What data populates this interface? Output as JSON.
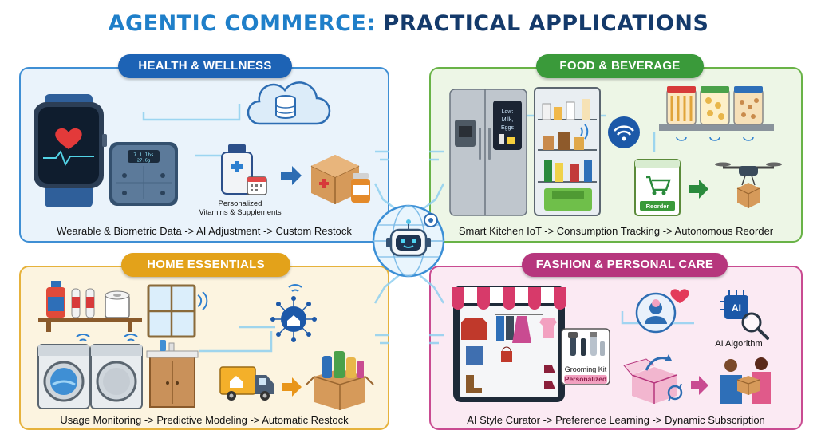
{
  "title": {
    "part1": "AGENTIC COMMERCE:",
    "part2": "PRACTICAL APPLICATIONS"
  },
  "panels": {
    "health": {
      "title": "HEALTH & WELLNESS",
      "caption": "Wearable & Biometric Data -> AI Adjustment -> Custom Restock",
      "vitamins_label_1": "Personalized",
      "vitamins_label_2": "Vitamins & Supplements",
      "scale_reading_1": "7.1 lbs",
      "scale_reading_2": "27.6g"
    },
    "food": {
      "title": "FOOD & BEVERAGE",
      "caption": "Smart Kitchen IoT -> Consumption Tracking -> Autonomous Reorder",
      "fridge_screen_1": "Low:",
      "fridge_screen_2": "Milk,",
      "fridge_screen_3": "Eggs",
      "reorder_label": "Reorder"
    },
    "home": {
      "title": "HOME ESSENTIALS",
      "caption": "Usage Monitoring -> Predictive Modeling -> Automatic Restock"
    },
    "fashion": {
      "title": "FASHION & PERSONAL CARE",
      "caption": "AI Style Curator -> Preference Learning -> Dynamic Subscription",
      "grooming_label": "Grooming Kit",
      "personalized_tag": "Personalized",
      "ai_chip_label": "AI",
      "ai_algorithm_label": "AI Algorithm"
    }
  },
  "colors": {
    "blue": "#1d63b5",
    "green": "#3a9a3a",
    "yellow": "#e3a21a",
    "magenta": "#b6367d"
  }
}
